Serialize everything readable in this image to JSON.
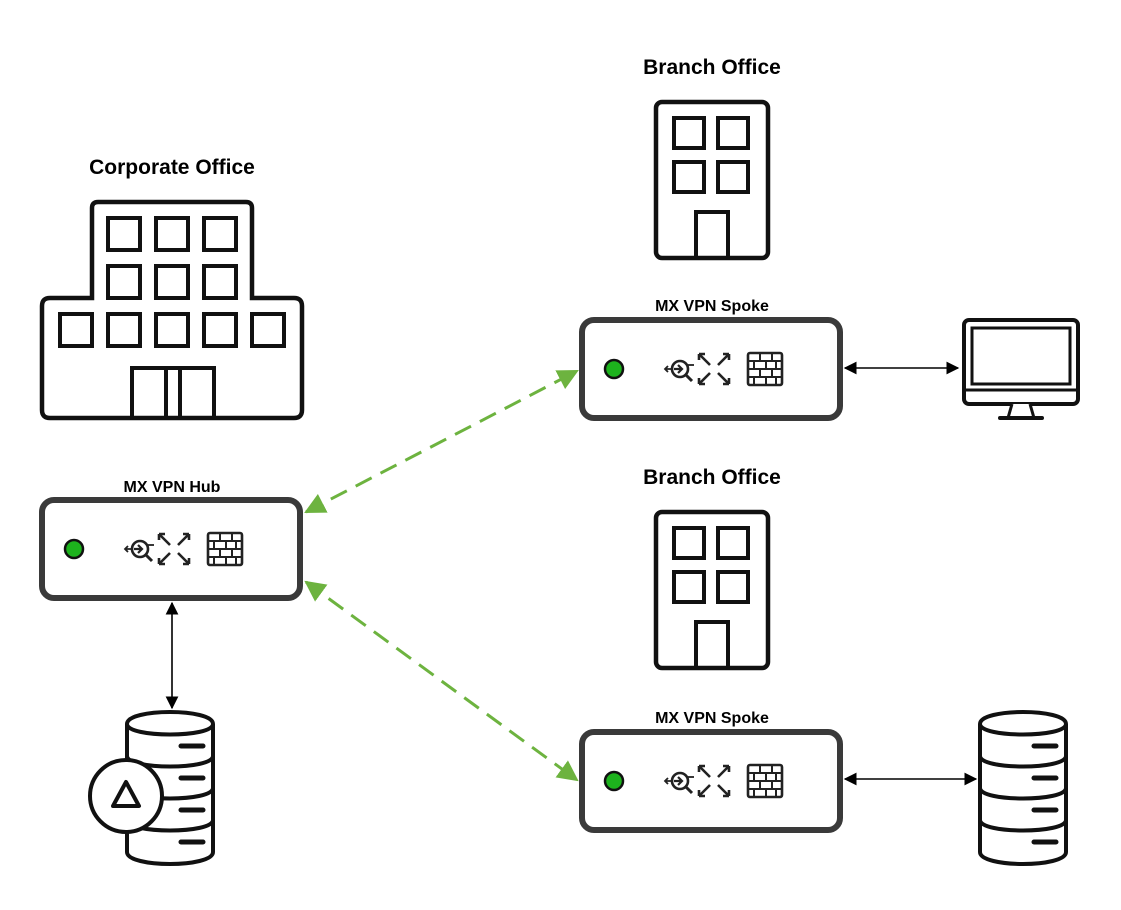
{
  "sites": {
    "corporate": {
      "title": "Corporate Office"
    },
    "branch_top": {
      "title": "Branch Office"
    },
    "branch_bottom": {
      "title": "Branch Office"
    }
  },
  "devices": {
    "hub": {
      "label": "MX VPN Hub"
    },
    "spoke_top": {
      "label": "MX VPN Spoke"
    },
    "spoke_bottom": {
      "label": "MX VPN Spoke"
    }
  },
  "colors": {
    "tunnel": "#6db33f",
    "status_led": "#1db31d",
    "outline": "#111111"
  },
  "icons": {
    "device_features": [
      "wan-optimization-icon",
      "switching-arrows-icon",
      "firewall-brick-icon"
    ],
    "endpoints": [
      "desktop-monitor-icon",
      "database-icon",
      "alert-database-icon"
    ]
  }
}
